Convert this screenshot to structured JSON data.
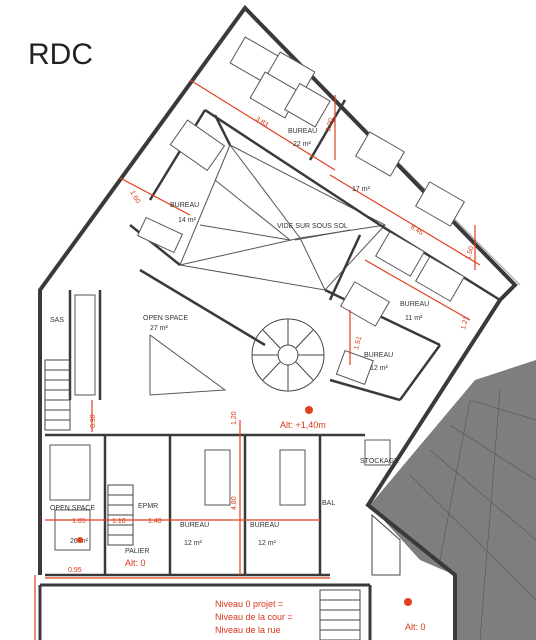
{
  "title": "RDC",
  "rooms": {
    "bureau_top": {
      "name": "BUREAU",
      "area": "22 m²"
    },
    "bureau_right": {
      "name": "",
      "area": "17 m²"
    },
    "bureau_left": {
      "name": "BUREAU",
      "area": "14 m²"
    },
    "vide": {
      "name": "VIDE SUR SOUS SOL"
    },
    "open_space_main": {
      "name": "OPEN SPACE",
      "area": "27 m²"
    },
    "bureau_11": {
      "name": "BUREAU",
      "area": "11 m²"
    },
    "bureau_12r": {
      "name": "BUREAU",
      "area": "12 m²"
    },
    "open_space_low": {
      "name": "OPEN SPACE",
      "area": "26 m²"
    },
    "epmr": {
      "name": "EPMR"
    },
    "palier": {
      "name": "PALIER",
      "alt": "Alt: 0"
    },
    "bureau_12a": {
      "name": "BUREAU",
      "area": "12 m²"
    },
    "bureau_12b": {
      "name": "BUREAU",
      "area": "12 m²"
    },
    "bal": {
      "name": "BAL"
    },
    "stockage": {
      "name": "STOCKAGE"
    },
    "sas": {
      "name": "SAS"
    }
  },
  "annotations": {
    "alt_main": "Alt: +1,40m",
    "alt_right": "Alt: 0",
    "niveau_1": "Niveau 0 projet =",
    "niveau_2": "Niveau de la cour =",
    "niveau_3": "Niveau de la rue"
  },
  "dimensions": {
    "d1": "3.83",
    "d2": "3.00",
    "d3": "1.60",
    "d4": "8.45",
    "d5": "1.50",
    "d6": "1.21",
    "d7": "1.51",
    "d8": "6.90",
    "d9": "1.20",
    "d10": "4.80",
    "d11": "0.95",
    "d12": "1.05",
    "d13": "1.40",
    "d14": "1.10"
  },
  "colors": {
    "wall": "#3a3a3a",
    "dimension": "#e0401c",
    "terrace": "#6e6e6e"
  }
}
